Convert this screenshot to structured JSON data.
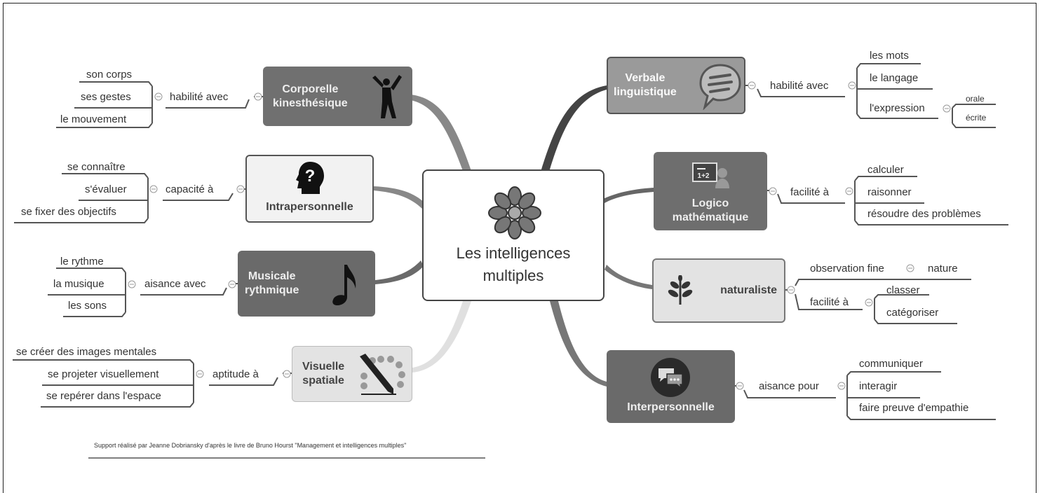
{
  "title": "Les intelligences multiples",
  "footer": "Support réalisé par Jeanne Dobriansky d'après le livre de Bruno Hourst \"Management et intelligences multiples\"",
  "branches": {
    "corporelle": {
      "label_1": "Corporelle",
      "label_2": "kinesthésique",
      "connector": "habilité avec",
      "items": [
        "son corps",
        "ses gestes",
        "le mouvement"
      ]
    },
    "intra": {
      "label": "Intrapersonnelle",
      "connector": "capacité à",
      "items": [
        "se connaître",
        "s'évaluer",
        "se fixer des objectifs"
      ]
    },
    "musicale": {
      "label_1": "Musicale",
      "label_2": "rythmique",
      "connector": "aisance avec",
      "items": [
        "le rythme",
        "la musique",
        "les sons"
      ]
    },
    "visuelle": {
      "label_1": "Visuelle",
      "label_2": "spatiale",
      "connector": "aptitude à",
      "items": [
        "se créer des images mentales",
        "se projeter visuellement",
        "se repérer dans l'espace"
      ]
    },
    "verbale": {
      "label_1": "Verbale",
      "label_2": "linguistique",
      "connector": "habilité avec",
      "items": [
        "les mots",
        "le langage",
        "l'expression"
      ],
      "sub_items": [
        "orale",
        "écrite"
      ]
    },
    "logico": {
      "label_1": "Logico",
      "label_2": "mathématique",
      "connector": "facilité à",
      "items": [
        "calculer",
        "raisonner",
        "résoudre des problèmes"
      ],
      "icon_text": "1+2"
    },
    "naturaliste": {
      "label": "naturaliste",
      "connector_1": "observation fine",
      "connector_1_target": "nature",
      "connector_2": "facilité à",
      "items": [
        "classer",
        "catégoriser"
      ]
    },
    "inter": {
      "label": "Interpersonnelle",
      "connector": "aisance pour",
      "items": [
        "communiquer",
        "interagir",
        "faire preuve d'empathie"
      ]
    }
  },
  "colors": {
    "dark": "#707070",
    "light": "#e3e3e3",
    "line": "#555555"
  }
}
